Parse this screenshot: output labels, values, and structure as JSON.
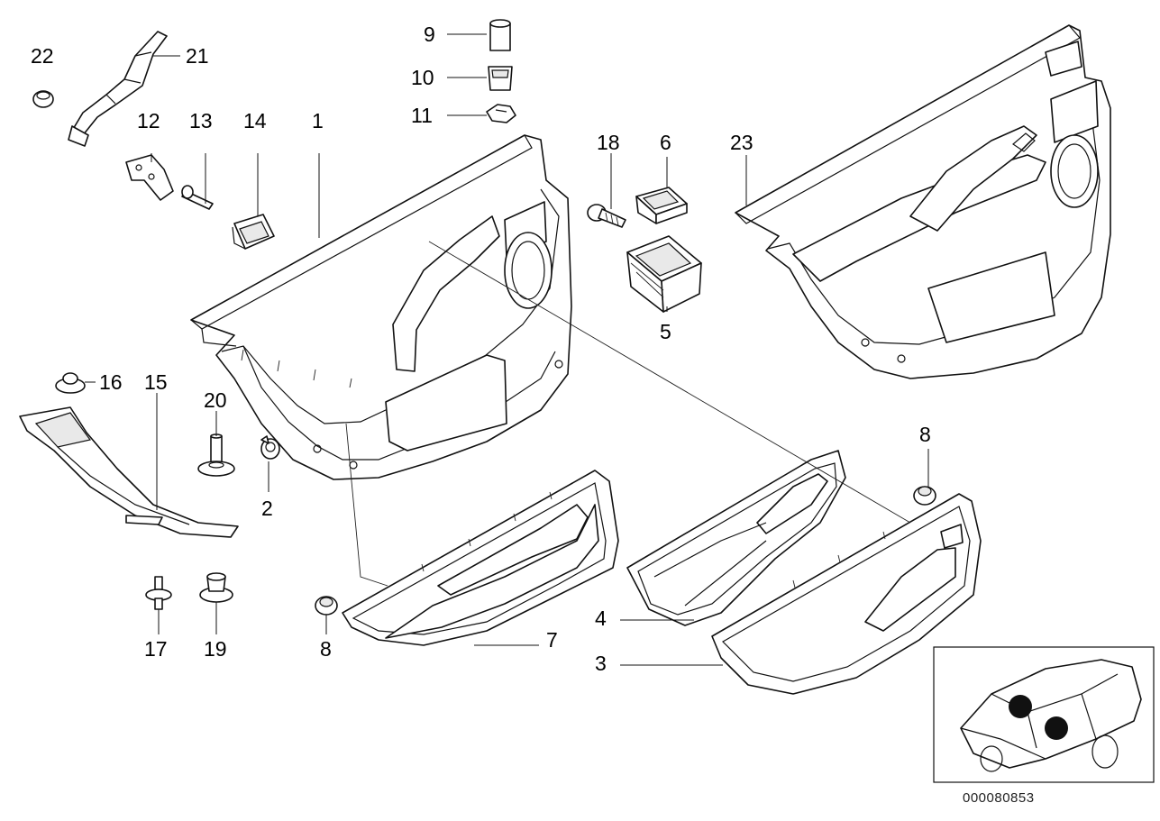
{
  "callouts": {
    "c1": "1",
    "c2": "2",
    "c3": "3",
    "c4": "4",
    "c5": "5",
    "c6": "6",
    "c7": "7",
    "c8a": "8",
    "c8b": "8",
    "c9": "9",
    "c10": "10",
    "c11": "11",
    "c12": "12",
    "c13": "13",
    "c14": "14",
    "c15": "15",
    "c16": "16",
    "c17": "17",
    "c18": "18",
    "c19": "19",
    "c20": "20",
    "c21": "21",
    "c22": "22",
    "c23": "23"
  },
  "reference_number": "000080853"
}
